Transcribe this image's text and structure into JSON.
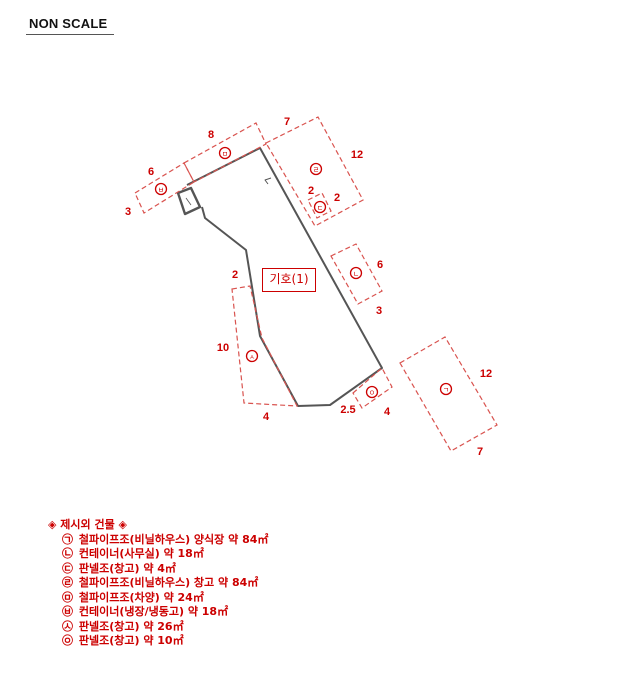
{
  "header": {
    "title": "NON SCALE"
  },
  "colors": {
    "accent": "#cc0000",
    "parcel_line": "#555555",
    "dashed_outline": "#d9534f"
  },
  "parcel": {
    "label": "기호(1)"
  },
  "dimensions": {
    "d_8": "8",
    "d_7_top": "7",
    "d_12_top": "12",
    "d_6_left": "6",
    "d_3_left": "3",
    "d_2_a": "2",
    "d_2_b": "2",
    "d_6_right": "6",
    "d_3_right": "3",
    "d_2_left": "2",
    "d_10": "10",
    "d_4_bottom": "4",
    "d_2_5": "2.5",
    "d_4_right": "4",
    "d_12_right": "12",
    "d_7_bottom": "7"
  },
  "markers": {
    "m1": "㉠",
    "m2": "㉡",
    "m3": "㉢",
    "m4": "㉣",
    "m5": "㉤",
    "m6": "㉥",
    "m7": "㉦",
    "m8": "㉧"
  },
  "legend": {
    "heading": "◈ 제시외 건물 ◈",
    "items": [
      {
        "symbol": "㉠",
        "text": "철파이프조(비닐하우스) 양식장 약 84㎡"
      },
      {
        "symbol": "㉡",
        "text": "컨테이너(사무실) 약 18㎡"
      },
      {
        "symbol": "㉢",
        "text": "판넬조(창고) 약 4㎡"
      },
      {
        "symbol": "㉣",
        "text": "철파이프조(비닐하우스) 창고 약 84㎡"
      },
      {
        "symbol": "㉤",
        "text": "철파이프조(차양) 약 24㎡"
      },
      {
        "symbol": "㉥",
        "text": "컨테이너(냉장/냉동고) 약 18㎡"
      },
      {
        "symbol": "㉦",
        "text": "판넬조(창고) 약 26㎡"
      },
      {
        "symbol": "㉧",
        "text": "판넬조(창고) 약 10㎡"
      }
    ]
  }
}
